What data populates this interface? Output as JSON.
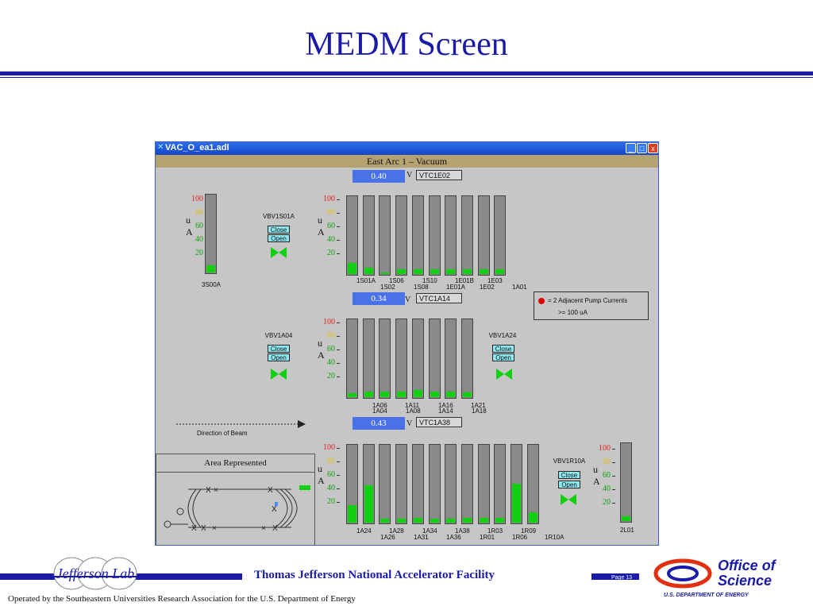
{
  "slide": {
    "title": "MEDM Screen",
    "footer_title": "Thomas Jefferson National Accelerator Facility",
    "page": "Page 13",
    "operated_by": "Operated by the Southeastern Universities Research Association for the U.S. Department of  Energy",
    "logo_left": "Jefferson Lab",
    "logo_right_line1": "Office of",
    "logo_right_line2": "Science",
    "logo_right_sub": "U.S. DEPARTMENT OF ENERGY"
  },
  "window": {
    "title": "VAC_O_ea1.adl",
    "header": "East Arc 1 – Vacuum",
    "controls": [
      "_",
      "□",
      "x"
    ]
  },
  "colors": {
    "bar_fill": "#10d010",
    "tick_100": "#e02020",
    "tick_80": "#e0c020",
    "tick_low": "#10a010",
    "value_box": "#4a72e8",
    "valve_icon": "#10d010",
    "legend_dot": "#e00000"
  },
  "axis_ticks": [
    "100",
    "80",
    "60",
    "40",
    "20"
  ],
  "unit_u": "u",
  "unit_a": "A",
  "gauges": [
    {
      "value": "0.40",
      "unit": "V",
      "name": "VTC1E02"
    },
    {
      "value": "0.34",
      "unit": "V",
      "name": "VTC1A14"
    },
    {
      "value": "0.43",
      "unit": "V",
      "name": "VTC1A38"
    }
  ],
  "valves": [
    {
      "name": "VBV1S01A",
      "close": "Close",
      "open": "Open"
    },
    {
      "name": "VBV1A04",
      "close": "Close",
      "open": "Open"
    },
    {
      "name": "VBV1A24",
      "close": "Close",
      "open": "Open"
    },
    {
      "name": "VBV1R10A",
      "close": "Close",
      "open": "Open"
    }
  ],
  "legend": {
    "line1": "= 2 Adjacent Pump Currents",
    "line2": ">= 100 uA"
  },
  "direction_label": "Direction of Beam",
  "area_represented": "Area Represented",
  "single_bars": [
    {
      "label": "3S00A",
      "level": 0.09
    },
    {
      "label": "2L01",
      "level": 0.06
    }
  ],
  "bar_groups": [
    {
      "bars": [
        0.14,
        0.08,
        0.02,
        0.06,
        0.06,
        0.06,
        0.06,
        0.06,
        0.06,
        0.06
      ],
      "labels_top": [
        "1S01A",
        "1S06",
        "1S10",
        "1E01B",
        "1E03"
      ],
      "labels_bottom": [
        "1S02",
        "1S08",
        "1E01A",
        "1E02",
        "1A01"
      ]
    },
    {
      "bars": [
        0.05,
        0.07,
        0.07,
        0.07,
        0.09,
        0.07,
        0.07,
        0.06
      ],
      "labels_top": [
        "1A06",
        "1A11",
        "1A16",
        "1A21"
      ],
      "labels_bottom": [
        "1A04",
        "1A08",
        "1A14",
        "1A18"
      ]
    },
    {
      "bars": [
        0.23,
        0.48,
        0.05,
        0.05,
        0.06,
        0.05,
        0.05,
        0.06,
        0.06,
        0.06,
        0.51,
        0.13
      ],
      "labels_top": [
        "1A24",
        "1A28",
        "1A34",
        "1A38",
        "1R03",
        "1R09"
      ],
      "labels_bottom": [
        "1A26",
        "1A31",
        "1A36",
        "1R01",
        "1R06",
        "1R10A"
      ]
    }
  ]
}
